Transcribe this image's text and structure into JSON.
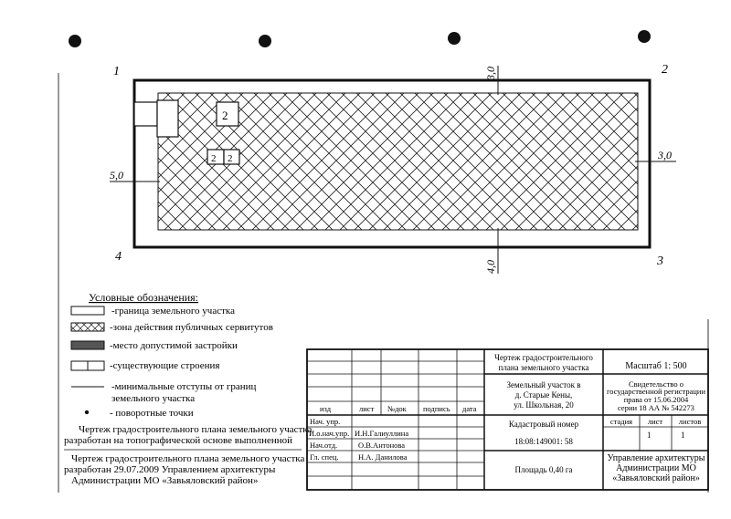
{
  "points": {
    "p1": "1",
    "p2": "2",
    "p3": "3",
    "p4": "4"
  },
  "dims": {
    "top": "3,0",
    "right": "3,0",
    "left": "5,0",
    "bottom": "4,0"
  },
  "building_labels": {
    "b1": "2",
    "b2": "2",
    "b3": "2"
  },
  "legend": {
    "title": "Условные обозначения:",
    "items": [
      "-граница земельного участка",
      "-зона действия публичных сервитутов",
      "-место допустимой застройки",
      "-существующие строения",
      "-минимальные отступы от границ",
      "земельного участка",
      "- поворотные точки"
    ],
    "note1": [
      "Чертеж градостроительного плана земельного участка",
      "разработан на топографической основе выполненной"
    ],
    "note2": [
      "Чертеж градостроительного плана земельного участка",
      "разработан 29.07.2009 Управлением архитектуры",
      "Администрации МО «Завьяловский район»"
    ]
  },
  "stamp": {
    "col_headers": [
      "изд",
      "лист",
      "№док",
      "подпись",
      "дата"
    ],
    "roles": [
      "Нач. упр.",
      "И.о.нач.упр.",
      "Нач.отд.",
      "Гл. спец."
    ],
    "names": [
      "",
      "И.Н.Галиуллина",
      "О.В.Антонова",
      "Н.А. Данилова"
    ],
    "title": [
      "Чертеж градостроительного",
      "плана земельного участка"
    ],
    "address": [
      "Земельный участок в",
      "д. Старые Кены,",
      "ул. Школьная, 20"
    ],
    "scale": "Масштаб 1: 500",
    "certificate": [
      "Свидетельство о",
      "государственной регистрации",
      "права от 15.06.2004",
      "серии 18 АА № 542273"
    ],
    "cadastral_label": "Кадастровый номер",
    "cadastral_value": "18:08:149001: 58",
    "area": "Площадь 0,40 га",
    "stage_headers": [
      "стадия",
      "лист",
      "листов"
    ],
    "stage_values": [
      "",
      "1",
      "1"
    ],
    "org": [
      "Управление архитектуры",
      "Администрации МО",
      "«Завьяловский район»"
    ]
  }
}
